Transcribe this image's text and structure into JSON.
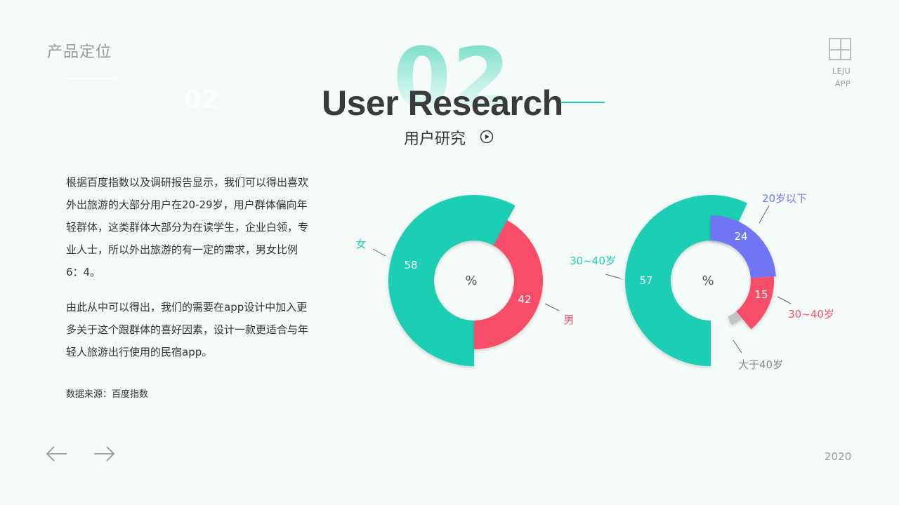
{
  "header": {
    "section_title": "产品定位",
    "ghost_number": "02",
    "big_number": "02",
    "title": "User Research",
    "subtitle": "用户研究"
  },
  "logo": {
    "line1": "LEJU",
    "line2": "APP"
  },
  "body": {
    "paragraph_1": "根据百度指数以及调研报告显示，我们可以得出喜欢外出旅游的大部分用户在20-29岁，用户群体偏向年轻群体，这类群体大部分为在读学生，企业白领，专业人士，所以外出旅游的有一定的需求，男女比例6：4。",
    "paragraph_2": "由此从中可以得出，我们的需要在app设计中加入更多关于这个跟群体的喜好因素，设计一款更适合与年轻人旅游出行使用的民宿app。",
    "source": "数据来源：百度指数"
  },
  "footer": {
    "year": "2020"
  },
  "icons": {
    "prev": "arrow-left-icon",
    "next": "arrow-right-icon",
    "play": "play-circle-icon",
    "logo": "plus-box-icon"
  },
  "colors": {
    "teal": "#1fceb3",
    "red": "#f84e69",
    "blue": "#7075f5",
    "gray": "#c3c3c3",
    "accent_line": "#1fc8b0"
  },
  "chart_data": [
    {
      "type": "pie",
      "subtype": "rose-donut",
      "center_label": "%",
      "slices": [
        {
          "label": "女",
          "value": 58,
          "color": "#1fceb3"
        },
        {
          "label": "男",
          "value": 42,
          "color": "#f84e69"
        }
      ]
    },
    {
      "type": "pie",
      "subtype": "rose-donut",
      "center_label": "%",
      "slices": [
        {
          "label": "30~40岁",
          "value": 57,
          "color": "#1fceb3"
        },
        {
          "label": "20岁以下",
          "value": 24,
          "color": "#7075f5"
        },
        {
          "label": "30~40岁",
          "value": 15,
          "color": "#f84e69"
        },
        {
          "label": "大于40岁",
          "value": 4,
          "color": "#c3c3c3"
        }
      ]
    }
  ]
}
